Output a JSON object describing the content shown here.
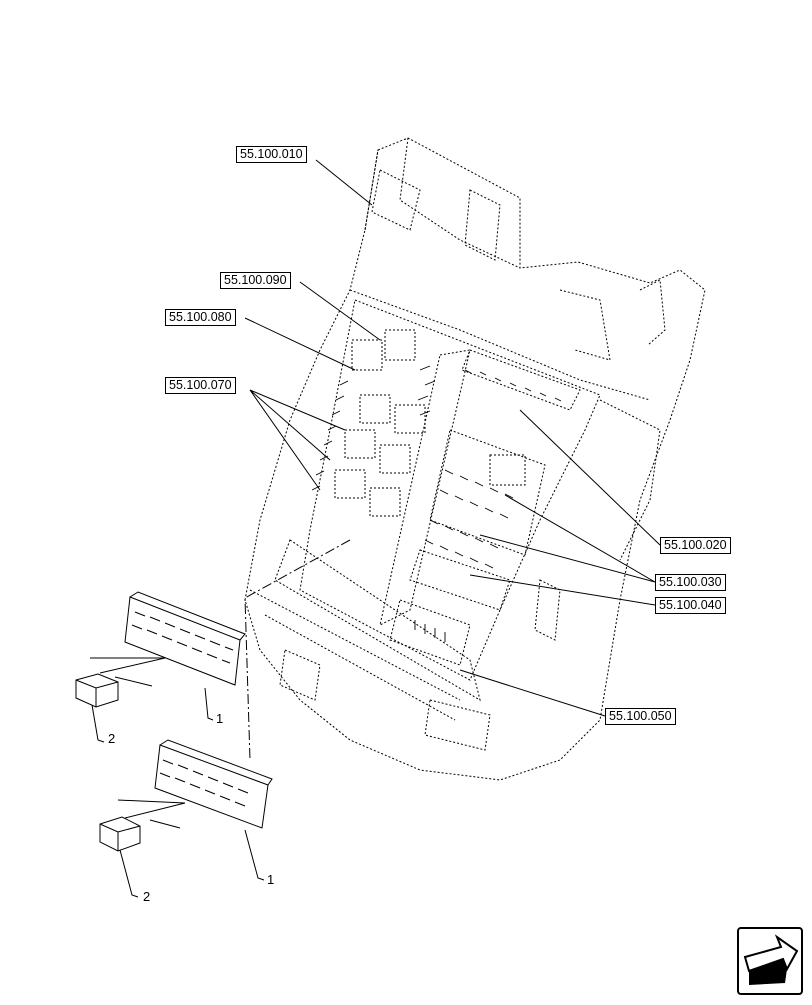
{
  "references": [
    {
      "id": "r010",
      "label": "55.100.010"
    },
    {
      "id": "r090",
      "label": "55.100.090"
    },
    {
      "id": "r080",
      "label": "55.100.080"
    },
    {
      "id": "r070",
      "label": "55.100.070"
    },
    {
      "id": "r020",
      "label": "55.100.020"
    },
    {
      "id": "r030",
      "label": "55.100.030"
    },
    {
      "id": "r040",
      "label": "55.100.040"
    },
    {
      "id": "r050",
      "label": "55.100.050"
    }
  ],
  "item_callouts": {
    "fuse_block_upper": "1",
    "cover_upper": "2",
    "fuse_block_lower": "1",
    "cover_lower": "2"
  },
  "navigation": {
    "icon": "next-page-arrow-icon"
  }
}
